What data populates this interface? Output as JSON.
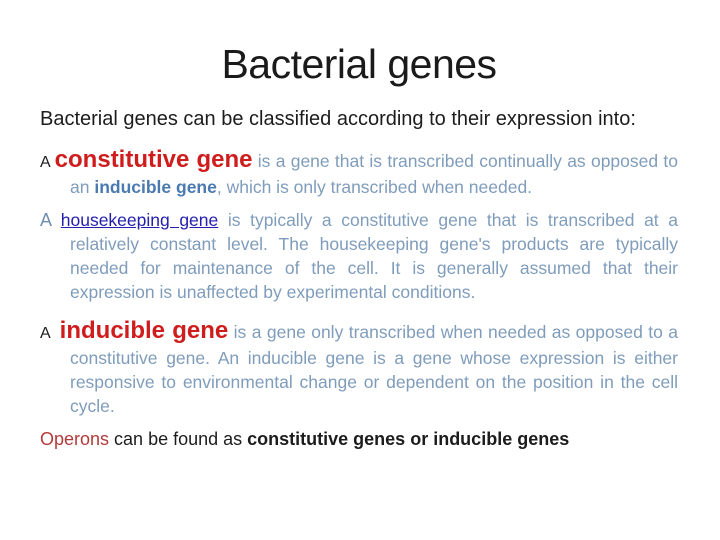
{
  "slide": {
    "title": "Bacterial genes",
    "colors": {
      "background": "#ffffff",
      "title_text": "#1a1a1a",
      "black_text": "#1c1c1c",
      "heading_red": "#cf1d1d",
      "operons_red": "#b23b3b",
      "body_blue_gray": "#7f9cbb",
      "bold_blue": "#4a7ab0",
      "hyperlink_navy": "#2420ad"
    },
    "intro": {
      "text": "Bacterial genes can be classified according to their expression into:"
    },
    "para_constitutive": {
      "prefix": "A ",
      "term": "constitutive gene",
      "seg1": " is a gene that is transcribed continually as opposed to an ",
      "bold_term": "inducible gene",
      "seg2": ", which is only transcribed when needed."
    },
    "para_housekeeping": {
      "prefix": "A ",
      "link": "housekeeping gene",
      "seg1": " is typically a constitutive gene that is transcribed at a relatively constant level. The housekeeping gene's products are typically needed for maintenance of the cell. It is generally assumed that their expression is unaffected by experimental conditions."
    },
    "para_inducible": {
      "prefix": "A",
      "term": "inducible gene",
      "seg1": " is a gene only transcribed when needed as opposed to a constitutive gene. An inducible gene is a gene whose expression is either responsive to environmental change or dependent on the position in the cell cycle."
    },
    "para_operons": {
      "term": "Operons",
      "seg1": " can be found as ",
      "bold": "constitutive genes or inducible genes"
    }
  }
}
